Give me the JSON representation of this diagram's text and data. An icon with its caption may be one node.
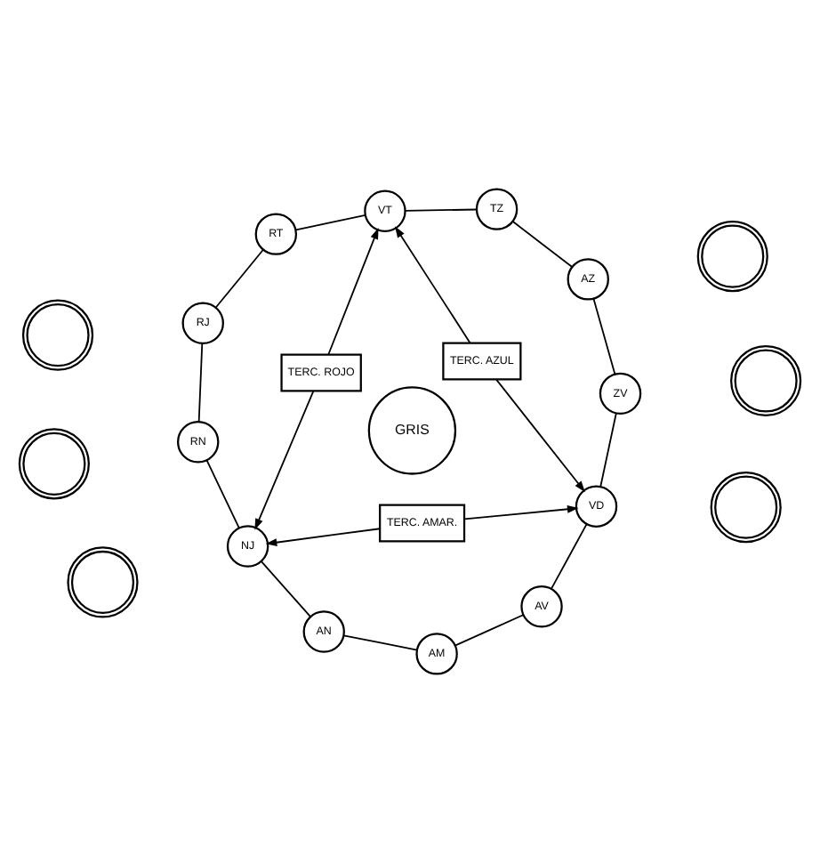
{
  "diagram": {
    "nodes": [
      {
        "text": [
          "AM"
        ]
      },
      {
        "text": [
          "AN"
        ]
      },
      {
        "text": [
          "AV"
        ]
      },
      {
        "text": [
          "NJ"
        ]
      },
      {
        "text": [
          "TERC. AMAR."
        ]
      },
      {
        "text": [
          "VD"
        ]
      },
      {
        "text": [
          "RN"
        ]
      },
      {
        "text": [
          "GRIS"
        ]
      },
      {
        "text": [
          "TERC. ROJO"
        ]
      },
      {
        "text": [
          "TERC. AZUL"
        ]
      },
      {
        "text": [
          "ZV"
        ]
      },
      {
        "text": [
          "RJ"
        ]
      },
      {
        "text": [
          "AZ"
        ]
      },
      {
        "text": [
          "RT"
        ]
      },
      {
        "text": [
          "TZ"
        ]
      },
      {
        "text": [
          "VT"
        ]
      },
      {
        "text": [],
        "shape": "picture"
      },
      {
        "text": [],
        "shape": "picture"
      },
      {
        "text": [],
        "shape": "picture"
      },
      {
        "text": [],
        "shape": "picture"
      },
      {
        "text": [],
        "shape": "picture"
      },
      {
        "text": [],
        "shape": "picture"
      }
    ],
    "edges": [
      {
        "from": 1,
        "to": 0,
        "arrow": "none"
      },
      {
        "from": 0,
        "to": 2,
        "arrow": "none"
      },
      {
        "from": 2,
        "to": 5,
        "arrow": "none"
      },
      {
        "from": 5,
        "to": 10,
        "arrow": "none"
      },
      {
        "from": 10,
        "to": 12,
        "arrow": "none"
      },
      {
        "from": 12,
        "to": 14,
        "arrow": "none"
      },
      {
        "from": 14,
        "to": 15,
        "arrow": "none"
      },
      {
        "from": 15,
        "to": 13,
        "arrow": "none"
      },
      {
        "from": 13,
        "to": 11,
        "arrow": "none"
      },
      {
        "from": 11,
        "to": 6,
        "arrow": "none"
      },
      {
        "from": 6,
        "to": 3,
        "arrow": "none"
      },
      {
        "from": 3,
        "to": 1,
        "arrow": "none"
      },
      {
        "from": 4,
        "to": 3,
        "arrow": "to"
      },
      {
        "from": 4,
        "to": 5,
        "arrow": "to"
      },
      {
        "from": 8,
        "to": 3,
        "arrow": "to"
      },
      {
        "from": 8,
        "to": 15,
        "arrow": "to"
      },
      {
        "from": 9,
        "to": 5,
        "arrow": "to"
      },
      {
        "from": 9,
        "to": 15,
        "arrow": "to"
      }
    ]
  }
}
